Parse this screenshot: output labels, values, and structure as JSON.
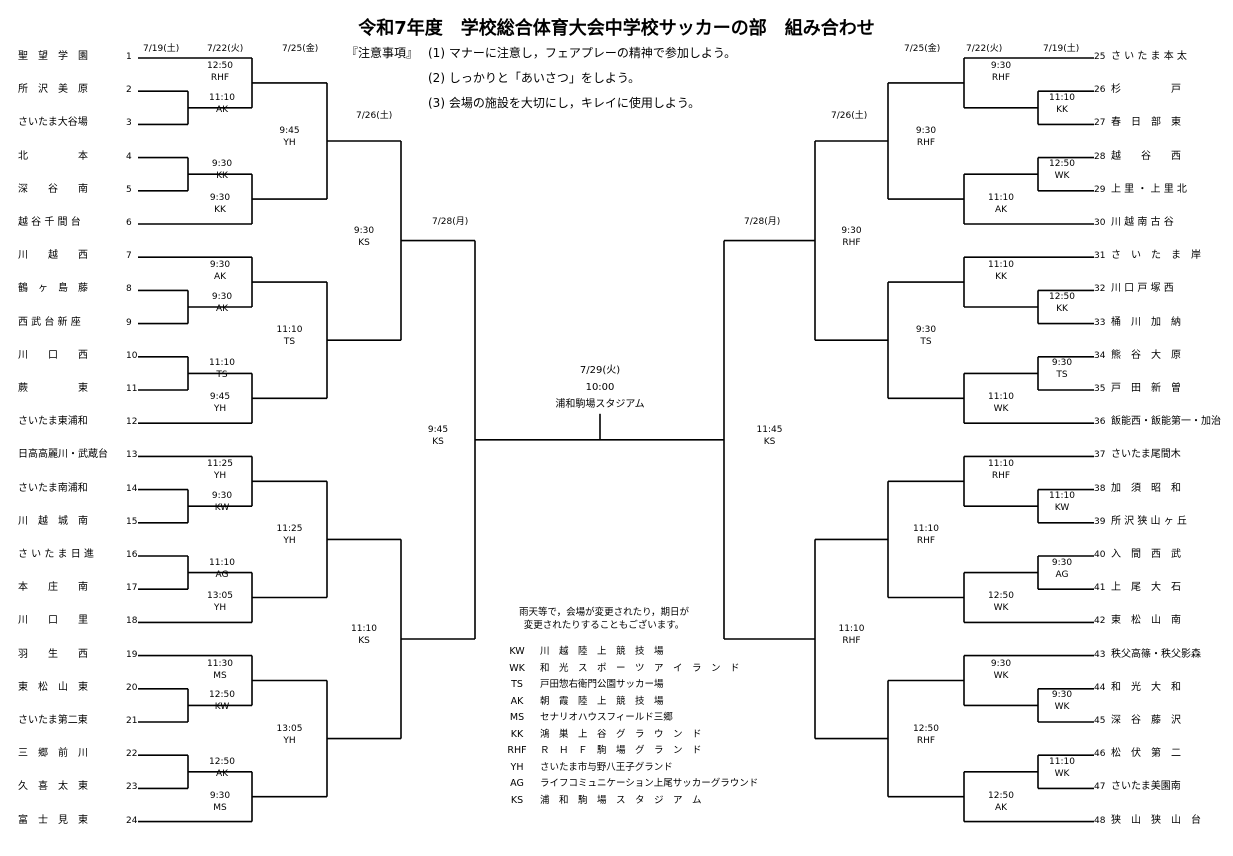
{
  "title": "令和7年度　学校総合体育大会中学校サッカーの部　組み合わせ",
  "notes": {
    "heading": "『注意事項』",
    "items": [
      "(1) マナーに注意し，フェアプレーの精神で参加しよう。",
      "(2) しっかりと「あいさつ」をしよう。",
      "(3) 会場の施設を大切にし，キレイに使用しよう。"
    ]
  },
  "round_dates": {
    "r1": "7/19(土)",
    "r2": "7/22(火)",
    "r3": "7/25(金)",
    "r4": "7/26(土)",
    "semi": "7/28(月)"
  },
  "final": {
    "date": "7/29(火)",
    "time": "10:00",
    "venue": "浦和駒場スタジアム"
  },
  "left_teams": [
    {
      "no": "1",
      "name": "聖　望　学　園"
    },
    {
      "no": "2",
      "name": "所　沢　美　原"
    },
    {
      "no": "3",
      "name": "さいたま大谷場"
    },
    {
      "no": "4",
      "name": "北　　　　　本"
    },
    {
      "no": "5",
      "name": "深　　谷　　南"
    },
    {
      "no": "6",
      "name": "越 谷 千 間 台"
    },
    {
      "no": "7",
      "name": "川　　越　　西"
    },
    {
      "no": "8",
      "name": "鶴　ヶ　島　藤"
    },
    {
      "no": "9",
      "name": "西 武 台 新 座"
    },
    {
      "no": "10",
      "name": "川　　口　　西"
    },
    {
      "no": "11",
      "name": "蕨　　　　　東"
    },
    {
      "no": "12",
      "name": "さいたま東浦和"
    },
    {
      "no": "13",
      "name": "日高高麗川・武蔵台"
    },
    {
      "no": "14",
      "name": "さいたま南浦和"
    },
    {
      "no": "15",
      "name": "川　越　城　南"
    },
    {
      "no": "16",
      "name": "さ い た ま 日 進"
    },
    {
      "no": "17",
      "name": "本　　庄　　南"
    },
    {
      "no": "18",
      "name": "川　　口　　里"
    },
    {
      "no": "19",
      "name": "羽　　生　　西"
    },
    {
      "no": "20",
      "name": "東　松　山　東"
    },
    {
      "no": "21",
      "name": "さいたま第二東"
    },
    {
      "no": "22",
      "name": "三　郷　前　川"
    },
    {
      "no": "23",
      "name": "久　喜　太　東"
    },
    {
      "no": "24",
      "name": "富　士　見　東"
    }
  ],
  "right_teams": [
    {
      "no": "25",
      "name": "さ い た ま 本 太"
    },
    {
      "no": "26",
      "name": "杉　　　　　戸"
    },
    {
      "no": "27",
      "name": "春　日　部　東"
    },
    {
      "no": "28",
      "name": "越　　谷　　西"
    },
    {
      "no": "29",
      "name": "上 里 ・ 上 里 北"
    },
    {
      "no": "30",
      "name": "川 越 南 古 谷"
    },
    {
      "no": "31",
      "name": "さ　い　た　ま　岸"
    },
    {
      "no": "32",
      "name": "川 口 戸 塚 西"
    },
    {
      "no": "33",
      "name": "桶　川　加　納"
    },
    {
      "no": "34",
      "name": "熊　谷　大　原"
    },
    {
      "no": "35",
      "name": "戸　田　新　曽"
    },
    {
      "no": "36",
      "name": "飯能西・飯能第一・加治"
    },
    {
      "no": "37",
      "name": "さいたま尾間木"
    },
    {
      "no": "38",
      "name": "加　須　昭　和"
    },
    {
      "no": "39",
      "name": "所 沢 狭 山 ヶ 丘"
    },
    {
      "no": "40",
      "name": "入　間　西　武"
    },
    {
      "no": "41",
      "name": "上　尾　大　石"
    },
    {
      "no": "42",
      "name": "東　松　山　南"
    },
    {
      "no": "43",
      "name": "秩父高篠・秩父影森"
    },
    {
      "no": "44",
      "name": "和　光　大　和"
    },
    {
      "no": "45",
      "name": "深　谷　藤　沢"
    },
    {
      "no": "46",
      "name": "松　伏　第　二"
    },
    {
      "no": "47",
      "name": "さいたま美園南"
    },
    {
      "no": "48",
      "name": "狭　山　狭　山　台"
    }
  ],
  "left_r1": [
    {
      "time": "11:10",
      "venue": "AK"
    },
    {
      "time": "9:30",
      "venue": "KK"
    },
    {
      "time": "9:30",
      "venue": "AK"
    },
    {
      "time": "11:10",
      "venue": "TS"
    },
    {
      "time": "9:30",
      "venue": "KW"
    },
    {
      "time": "11:10",
      "venue": "AG"
    },
    {
      "time": "12:50",
      "venue": "KW"
    },
    {
      "time": "12:50",
      "venue": "AK"
    }
  ],
  "left_r2": [
    {
      "time": "12:50",
      "venue": "RHF"
    },
    {
      "time": "9:30",
      "venue": "KK"
    },
    {
      "time": "9:30",
      "venue": "AK"
    },
    {
      "time": "9:45",
      "venue": "YH"
    },
    {
      "time": "11:25",
      "venue": "YH"
    },
    {
      "time": "13:05",
      "venue": "YH"
    },
    {
      "time": "11:30",
      "venue": "MS"
    },
    {
      "time": "9:30",
      "venue": "MS"
    }
  ],
  "left_r3": [
    {
      "time": "9:45",
      "venue": "YH"
    },
    {
      "time": "11:10",
      "venue": "TS"
    },
    {
      "time": "11:25",
      "venue": "YH"
    },
    {
      "time": "13:05",
      "venue": "YH"
    }
  ],
  "left_r4": [
    {
      "time": "9:30",
      "venue": "KS"
    },
    {
      "time": "11:10",
      "venue": "KS"
    }
  ],
  "left_semi": {
    "time": "9:45",
    "venue": "KS"
  },
  "right_r1": [
    {
      "time": "11:10",
      "venue": "KK"
    },
    {
      "time": "12:50",
      "venue": "WK"
    },
    {
      "time": "12:50",
      "venue": "KK"
    },
    {
      "time": "9:30",
      "venue": "TS"
    },
    {
      "time": "11:10",
      "venue": "KW"
    },
    {
      "time": "9:30",
      "venue": "AG"
    },
    {
      "time": "9:30",
      "venue": "WK"
    },
    {
      "time": "11:10",
      "venue": "WK"
    }
  ],
  "right_r2": [
    {
      "time": "9:30",
      "venue": "RHF"
    },
    {
      "time": "11:10",
      "venue": "AK"
    },
    {
      "time": "11:10",
      "venue": "KK"
    },
    {
      "time": "11:10",
      "venue": "WK"
    },
    {
      "time": "11:10",
      "venue": "RHF"
    },
    {
      "time": "12:50",
      "venue": "WK"
    },
    {
      "time": "9:30",
      "venue": "WK"
    },
    {
      "time": "12:50",
      "venue": "AK"
    }
  ],
  "right_r3": [
    {
      "time": "9:30",
      "venue": "RHF"
    },
    {
      "time": "9:30",
      "venue": "TS"
    },
    {
      "time": "11:10",
      "venue": "RHF"
    },
    {
      "time": "12:50",
      "venue": "RHF"
    }
  ],
  "right_r4": [
    {
      "time": "9:30",
      "venue": "RHF"
    },
    {
      "time": "11:10",
      "venue": "RHF"
    }
  ],
  "right_semi": {
    "time": "11:45",
    "venue": "KS"
  },
  "rain_note": [
    "雨天等で，会場が変更されたり，期日が",
    "変更されたりすることもございます。"
  ],
  "venue_legend": [
    {
      "code": "KW",
      "name": "川　越　陸　上　競　技　場"
    },
    {
      "code": "WK",
      "name": "和　光　ス　ポ　ー　ツ　ア　イ　ラ　ン　ド"
    },
    {
      "code": "TS",
      "name": "戸田惣右衛門公園サッカー場"
    },
    {
      "code": "AK",
      "name": "朝　霞　陸　上　競　技　場"
    },
    {
      "code": "MS",
      "name": "セナリオハウスフィールド三郷"
    },
    {
      "code": "KK",
      "name": "鴻　巣　上　谷　グ　ラ　ウ　ン　ド"
    },
    {
      "code": "RHF",
      "name": "Ｒ　Ｈ　Ｆ　駒　場　グ　ラ　ン　ド"
    },
    {
      "code": "YH",
      "name": "さいたま市与野八王子グランド"
    },
    {
      "code": "AG",
      "name": "ライフコミュニケーション上尾サッカーグラウンド"
    },
    {
      "code": "KS",
      "name": "浦　和　駒　場　ス　タ　ジ　ア　ム"
    }
  ]
}
